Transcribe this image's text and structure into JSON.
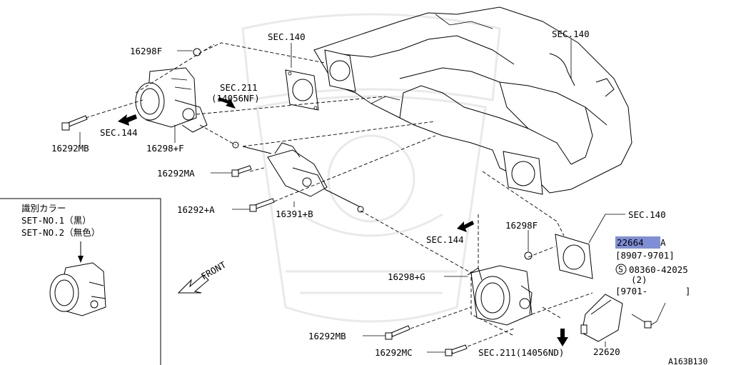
{
  "labels": {
    "p16298F_top": "16298F",
    "sec140_left": "SEC.140",
    "sec140_top": "SEC.140",
    "sec211_top": "SEC.211",
    "sec211_top_sub": "(14056NF)",
    "sec144_left": "SEC.144",
    "p16292MB_left": "16292MB",
    "p16298plusF": "16298+F",
    "p16292MA": "16292MA",
    "p16292plusA": "16292+A",
    "p16391plusB": "16391+B",
    "sec144_mid": "SEC.144",
    "p16298F_mid": "16298F",
    "sec140_right": "SEC.140",
    "part_highlight": "22664",
    "part_suffix": "A",
    "date_range_1": "[8907-9701]",
    "bolt_code": "08360-42025",
    "bolt_qty": "(2)",
    "date_range_2": "[9701-       ]",
    "p16298plusG": "16298+G",
    "p16292MB_bottom": "16292MB",
    "p16292MC": "16292MC",
    "sec211_bottom": "SEC.211(14056ND)",
    "p22620": "22620",
    "front": "FRONT",
    "diagram_id": "A163B130",
    "circled_s": "S"
  },
  "inset": {
    "title": "識別カラー",
    "line1": "SET-NO.1（黒）",
    "line2": "SET-NO.2（無色）"
  },
  "colors": {
    "highlight": "#7f8fd6",
    "line": "#000000"
  }
}
